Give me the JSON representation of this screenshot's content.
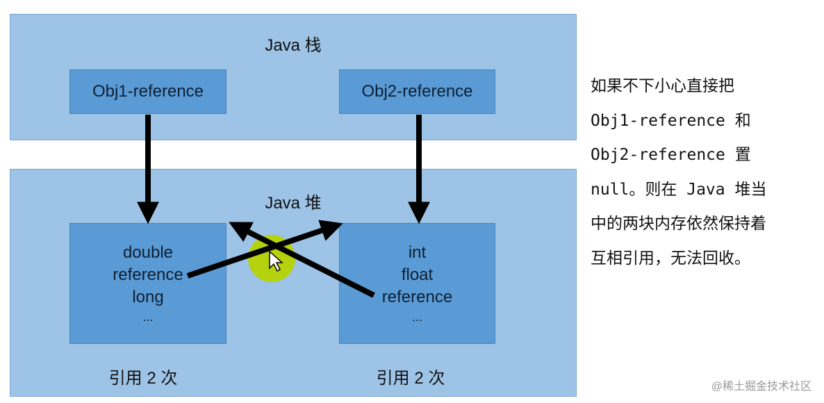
{
  "stack": {
    "title": "Java 栈",
    "obj1": "Obj1-reference",
    "obj2": "Obj2-reference"
  },
  "heap": {
    "title": "Java 堆",
    "left_box": [
      "double",
      "reference",
      "long",
      "..."
    ],
    "right_box": [
      "int",
      "float",
      "reference",
      "..."
    ],
    "left_count": "引用 2 次",
    "right_count": "引用 2 次"
  },
  "side_text": [
    "如果不下小心直接把",
    "Obj1-reference 和",
    "Obj2-reference 置",
    "null。则在 Java 堆当",
    "中的两块内存依然保持着",
    "互相引用，无法回收。"
  ],
  "watermark": "@稀土掘金技术社区",
  "colors": {
    "panel": "#9dc3e6",
    "box": "#5b9bd5",
    "highlight": "#b5d20f"
  }
}
